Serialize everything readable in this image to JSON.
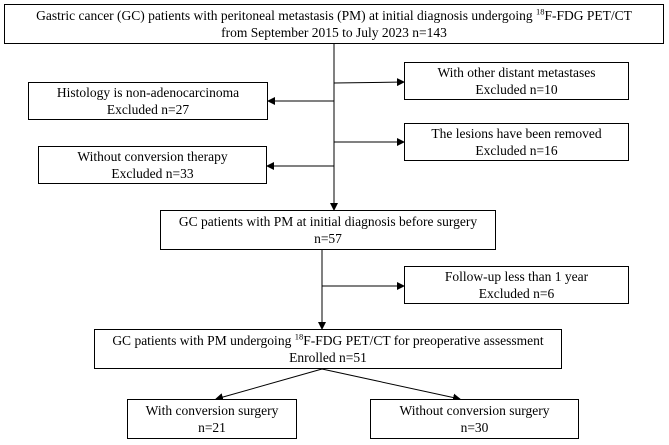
{
  "flowchart": {
    "initial": {
      "line1_before_sup": "Gastric cancer (GC) patients with peritoneal metastasis (PM) at initial diagnosis undergoing ",
      "sup": "18",
      "line1_after_sup": "F-FDG PET/CT",
      "line2": "from September 2015 to July 2023  n=143"
    },
    "excl_histology": {
      "line1": "Histology is non-adenocarcinoma",
      "line2": "Excluded  n=27"
    },
    "excl_distant": {
      "line1": "With other distant metastases",
      "line2": "Excluded  n=10"
    },
    "excl_removed": {
      "line1": "The lesions have been removed",
      "line2": "Excluded  n=16"
    },
    "excl_no_conversion": {
      "line1": "Without conversion therapy",
      "line2": "Excluded  n=33"
    },
    "before_surgery": {
      "line1": "GC patients with PM at initial diagnosis before surgery",
      "line2": "n=57"
    },
    "excl_followup": {
      "line1": "Follow-up less than 1 year",
      "line2": "Excluded  n=6"
    },
    "enrolled": {
      "line1_before_sup": "GC patients with PM undergoing ",
      "sup": "18",
      "line1_after_sup": "F-FDG PET/CT for preoperative assessment",
      "line2": "Enrolled n=51"
    },
    "with_conversion": {
      "line1": "With conversion surgery",
      "line2": "n=21"
    },
    "without_conversion": {
      "line1": "Without conversion surgery",
      "line2": "n=30"
    }
  },
  "colors": {
    "line": "#000000",
    "box_border": "#000000",
    "background": "#ffffff"
  }
}
